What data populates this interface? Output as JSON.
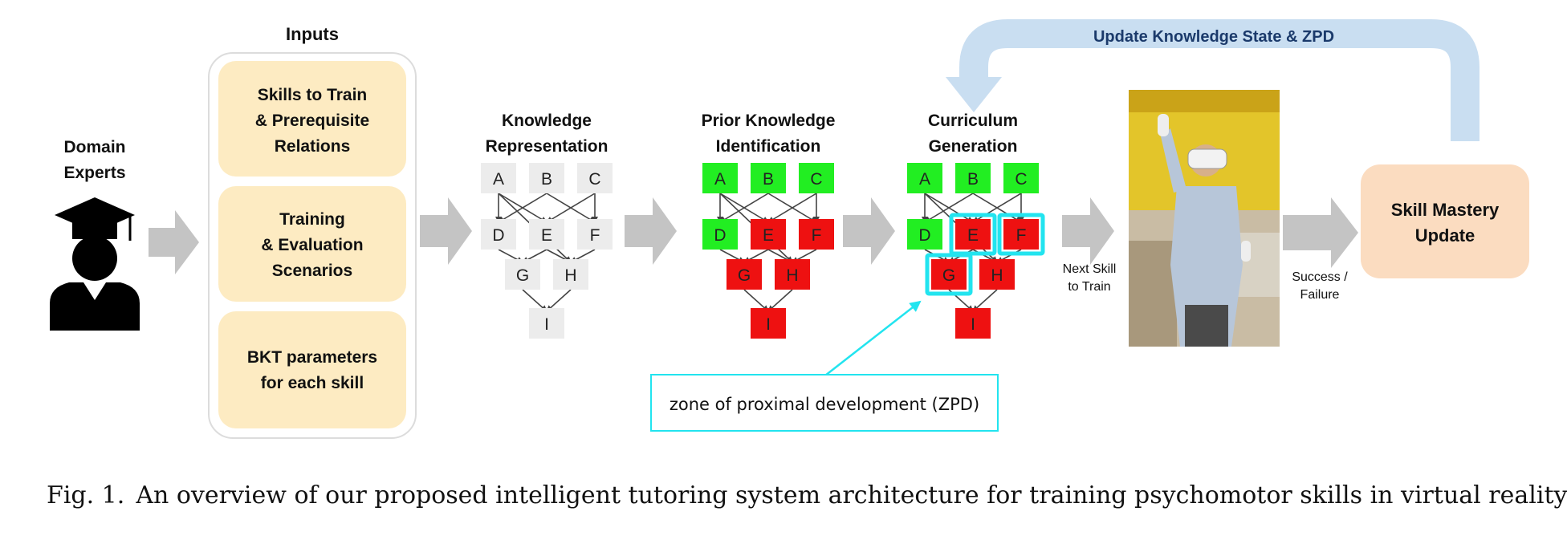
{
  "inputs": {
    "title": "Inputs",
    "items": [
      [
        "Skills to Train",
        "& Prerequisite",
        "Relations"
      ],
      [
        "Training",
        "& Evaluation",
        "Scenarios"
      ],
      [
        "BKT parameters",
        "for each skill"
      ]
    ]
  },
  "domain_experts": [
    "Domain",
    "Experts"
  ],
  "stages": {
    "knowledge_representation": [
      "Knowledge",
      "Representation"
    ],
    "prior_knowledge": [
      "Prior Knowledge",
      "Identification"
    ],
    "curriculum": [
      "Curriculum",
      "Generation"
    ]
  },
  "nodes": [
    "A",
    "B",
    "C",
    "D",
    "E",
    "F",
    "G",
    "H",
    "I"
  ],
  "node_status": {
    "prior_knowledge": {
      "A": "mastered",
      "B": "mastered",
      "C": "mastered",
      "D": "mastered",
      "E": "unmastered",
      "F": "unmastered",
      "G": "unmastered",
      "H": "unmastered",
      "I": "unmastered"
    },
    "curriculum": {
      "A": "mastered",
      "B": "mastered",
      "C": "mastered",
      "D": "mastered",
      "E": "unmastered",
      "F": "unmastered",
      "G": "unmastered",
      "H": "unmastered",
      "I": "unmastered"
    }
  },
  "zpd_nodes": [
    "E",
    "F",
    "G"
  ],
  "next_skill_label": [
    "Next Skill",
    "to Train"
  ],
  "success_label": [
    "Success /",
    "Failure"
  ],
  "mastery_box": [
    "Skill Mastery",
    "Update"
  ],
  "feedback_label": "Update Knowledge State & ZPD",
  "zpd_label": "zone of proximal development (ZPD)",
  "caption": {
    "fig": "Fig. 1.",
    "text": "An overview of our proposed intelligent tutoring system architecture for training psychomotor skills in virtual reality"
  },
  "colors": {
    "green": "#22ee22",
    "red": "#ee1111",
    "grey_node": "#ececec",
    "cyan": "#22e4ef",
    "input_box": "#fdebc2",
    "mastery_box": "#fbdcc0",
    "feedback": "#c9def1",
    "arrow": "#c4c4c4"
  }
}
